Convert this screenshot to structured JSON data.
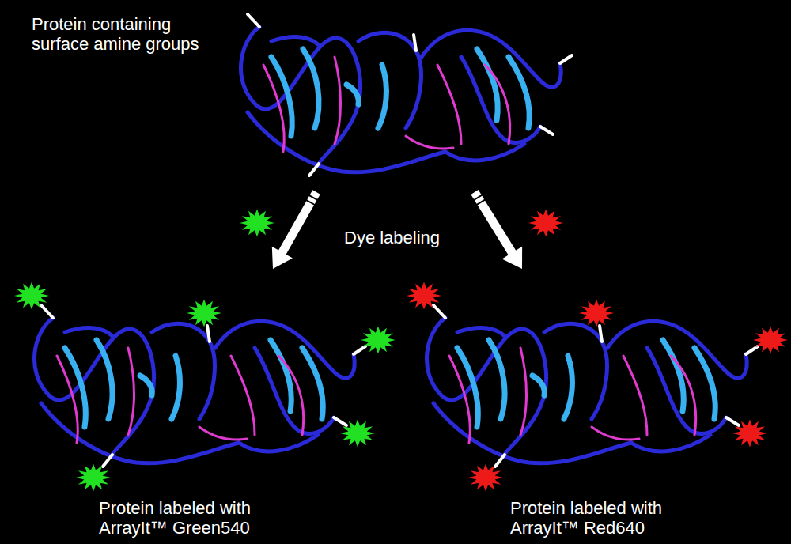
{
  "diagram": {
    "nodes": [
      {
        "text": [
          "Protein containing surface amine groups"
        ]
      },
      {
        "text": [
          "Protein labeled with ArrayIt™ Green540"
        ]
      },
      {
        "text": [
          "Protein labeled with ArrayIt™ Red640"
        ]
      }
    ],
    "edges": [
      {
        "from": 0,
        "to": 1,
        "arrow": "to"
      },
      {
        "from": 0,
        "to": 2,
        "arrow": "to"
      }
    ],
    "labels": [
      "Dye labeling"
    ]
  }
}
